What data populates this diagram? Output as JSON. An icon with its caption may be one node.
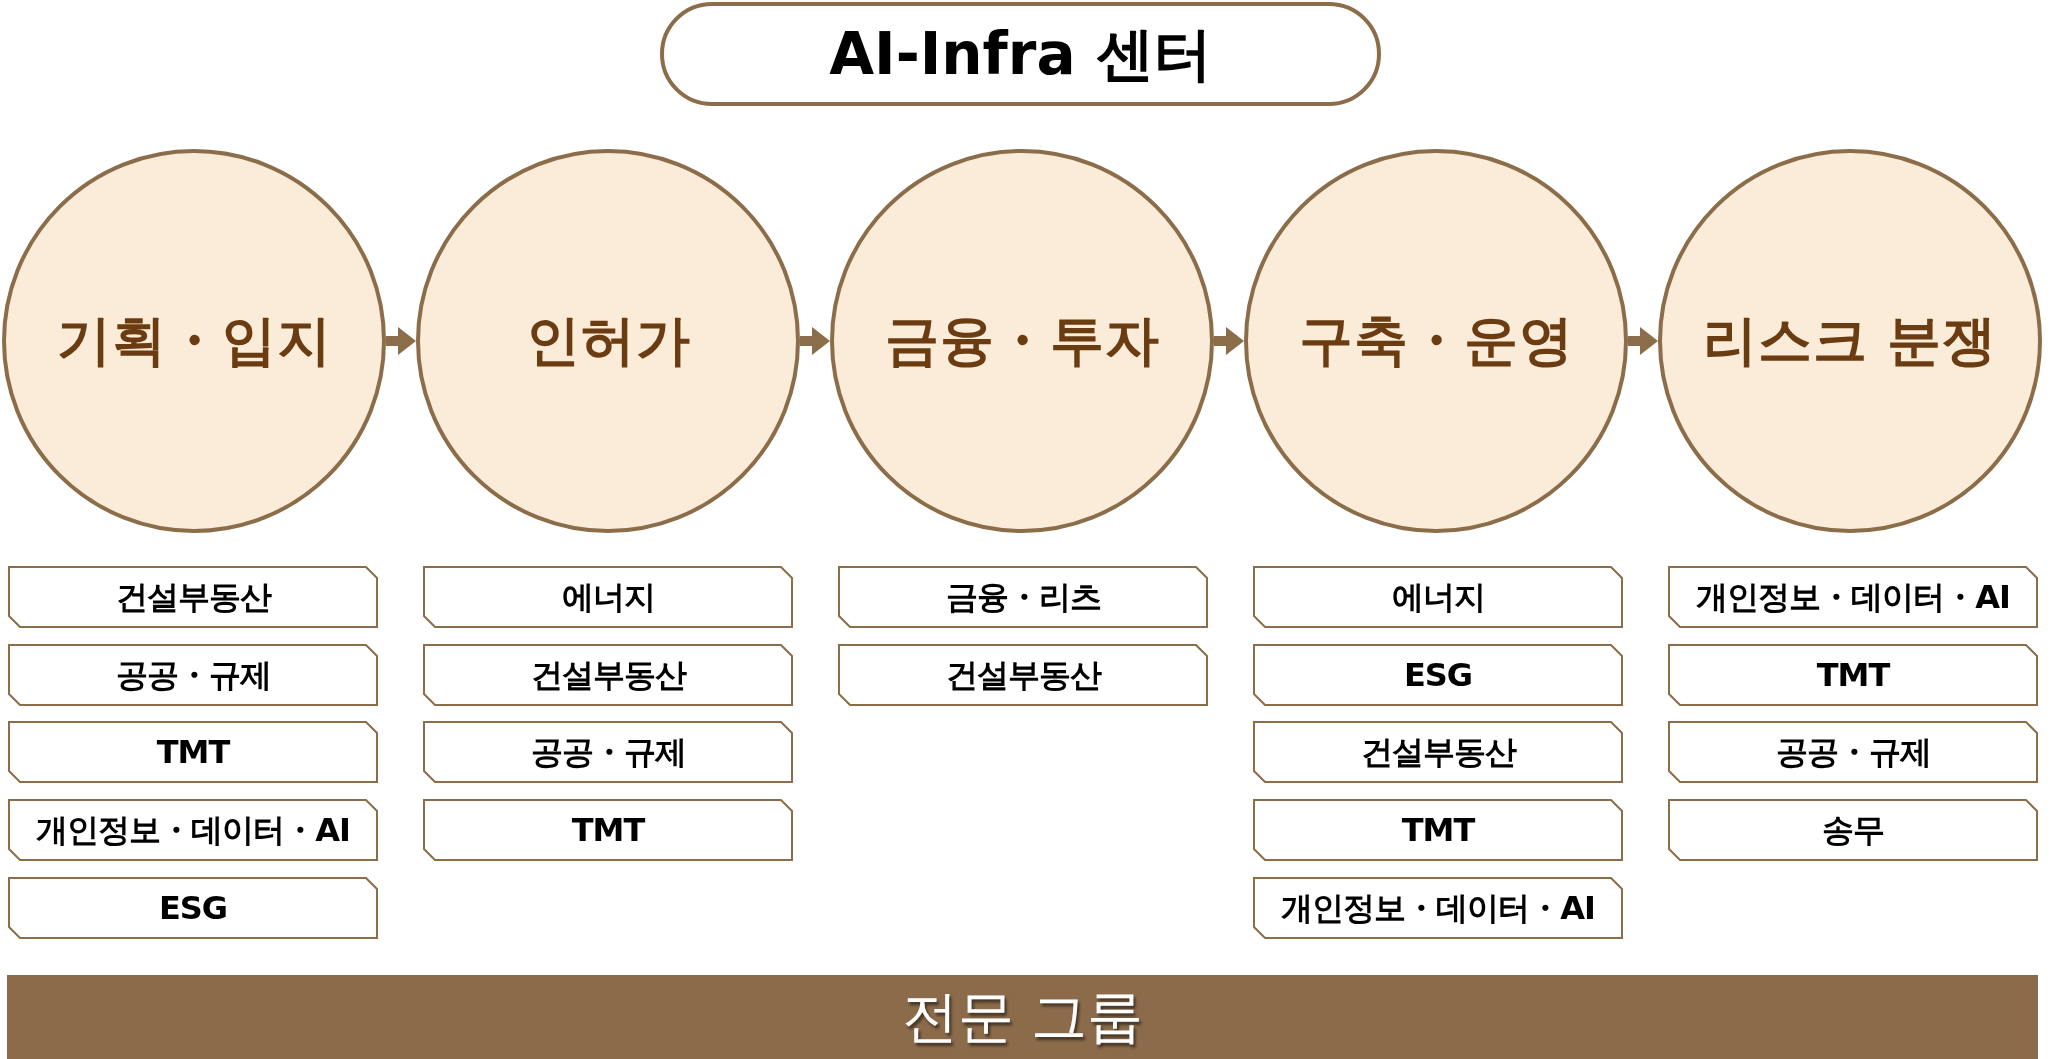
{
  "diagram": {
    "nodes": [
      {
        "text": [
          "AI-Infra 센터"
        ]
      },
      {
        "text": [
          "기획・입지"
        ]
      },
      {
        "text": [
          "인허가"
        ]
      },
      {
        "text": [
          "금융・투자"
        ]
      },
      {
        "text": [
          "구축・운영"
        ]
      },
      {
        "text": [
          "리스크 분쟁"
        ]
      },
      {
        "text": [
          "건설부동산"
        ]
      },
      {
        "text": [
          "공공・규제"
        ]
      },
      {
        "text": [
          "TMT"
        ]
      },
      {
        "text": [
          "개인정보・데이터・AI"
        ]
      },
      {
        "text": [
          "ESG"
        ]
      },
      {
        "text": [
          "에너지"
        ]
      },
      {
        "text": [
          "건설부동산"
        ]
      },
      {
        "text": [
          "공공・규제"
        ]
      },
      {
        "text": [
          "TMT"
        ]
      },
      {
        "text": [
          "금융・리츠"
        ]
      },
      {
        "text": [
          "건설부동산"
        ]
      },
      {
        "text": [
          "에너지"
        ]
      },
      {
        "text": [
          "ESG"
        ]
      },
      {
        "text": [
          "건설부동산"
        ]
      },
      {
        "text": [
          "TMT"
        ]
      },
      {
        "text": [
          "개인정보・데이터・AI"
        ]
      },
      {
        "text": [
          "개인정보・데이터・AI"
        ]
      },
      {
        "text": [
          "TMT"
        ]
      },
      {
        "text": [
          "공공・규제"
        ]
      },
      {
        "text": [
          "송무"
        ]
      },
      {
        "text": [
          "전문 그룹"
        ]
      }
    ],
    "edges": [
      {
        "from": 1,
        "to": 2,
        "arrow": "to"
      },
      {
        "from": 2,
        "to": 3,
        "arrow": "to"
      },
      {
        "from": 3,
        "to": 4,
        "arrow": "to"
      },
      {
        "from": 4,
        "to": 5,
        "arrow": "to"
      }
    ]
  }
}
